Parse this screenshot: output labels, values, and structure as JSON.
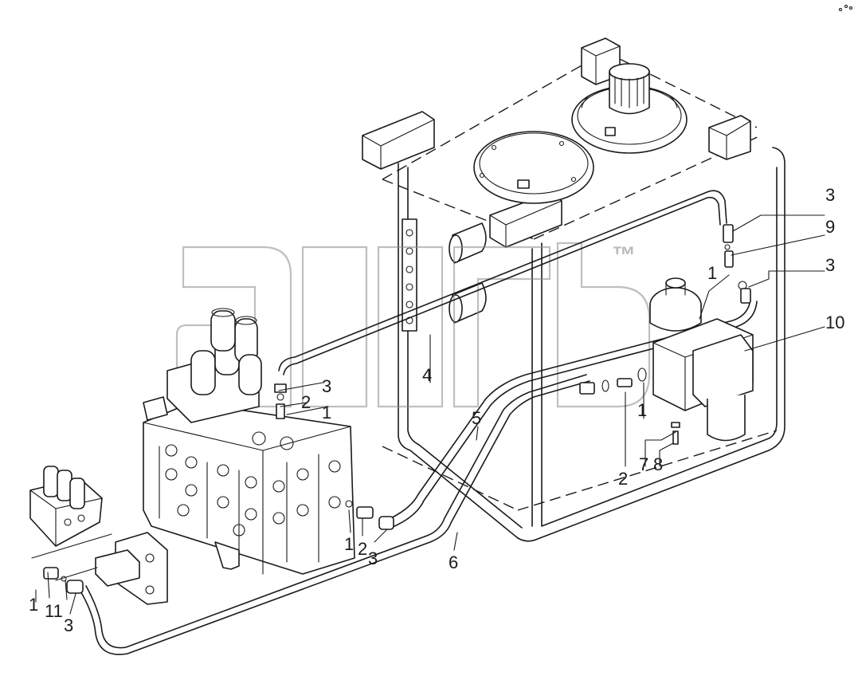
{
  "watermark": {
    "text": "alfa",
    "trademark": "™"
  },
  "callouts": [
    {
      "id": "c1",
      "text": "3"
    },
    {
      "id": "c2",
      "text": "9"
    },
    {
      "id": "c3",
      "text": "3"
    },
    {
      "id": "c4",
      "text": "1"
    },
    {
      "id": "c5",
      "text": "10"
    },
    {
      "id": "c6",
      "text": "4"
    },
    {
      "id": "c7",
      "text": "5"
    },
    {
      "id": "c8",
      "text": "1"
    },
    {
      "id": "c9",
      "text": "2"
    },
    {
      "id": "c10",
      "text": "7"
    },
    {
      "id": "c11",
      "text": "8"
    },
    {
      "id": "c12",
      "text": "3"
    },
    {
      "id": "c13",
      "text": "2"
    },
    {
      "id": "c14",
      "text": "1"
    },
    {
      "id": "c15",
      "text": "1"
    },
    {
      "id": "c16",
      "text": "2"
    },
    {
      "id": "c17",
      "text": "3"
    },
    {
      "id": "c18",
      "text": "6"
    },
    {
      "id": "c19",
      "text": "1"
    },
    {
      "id": "c20",
      "text": "11"
    },
    {
      "id": "c21",
      "text": "3"
    }
  ]
}
